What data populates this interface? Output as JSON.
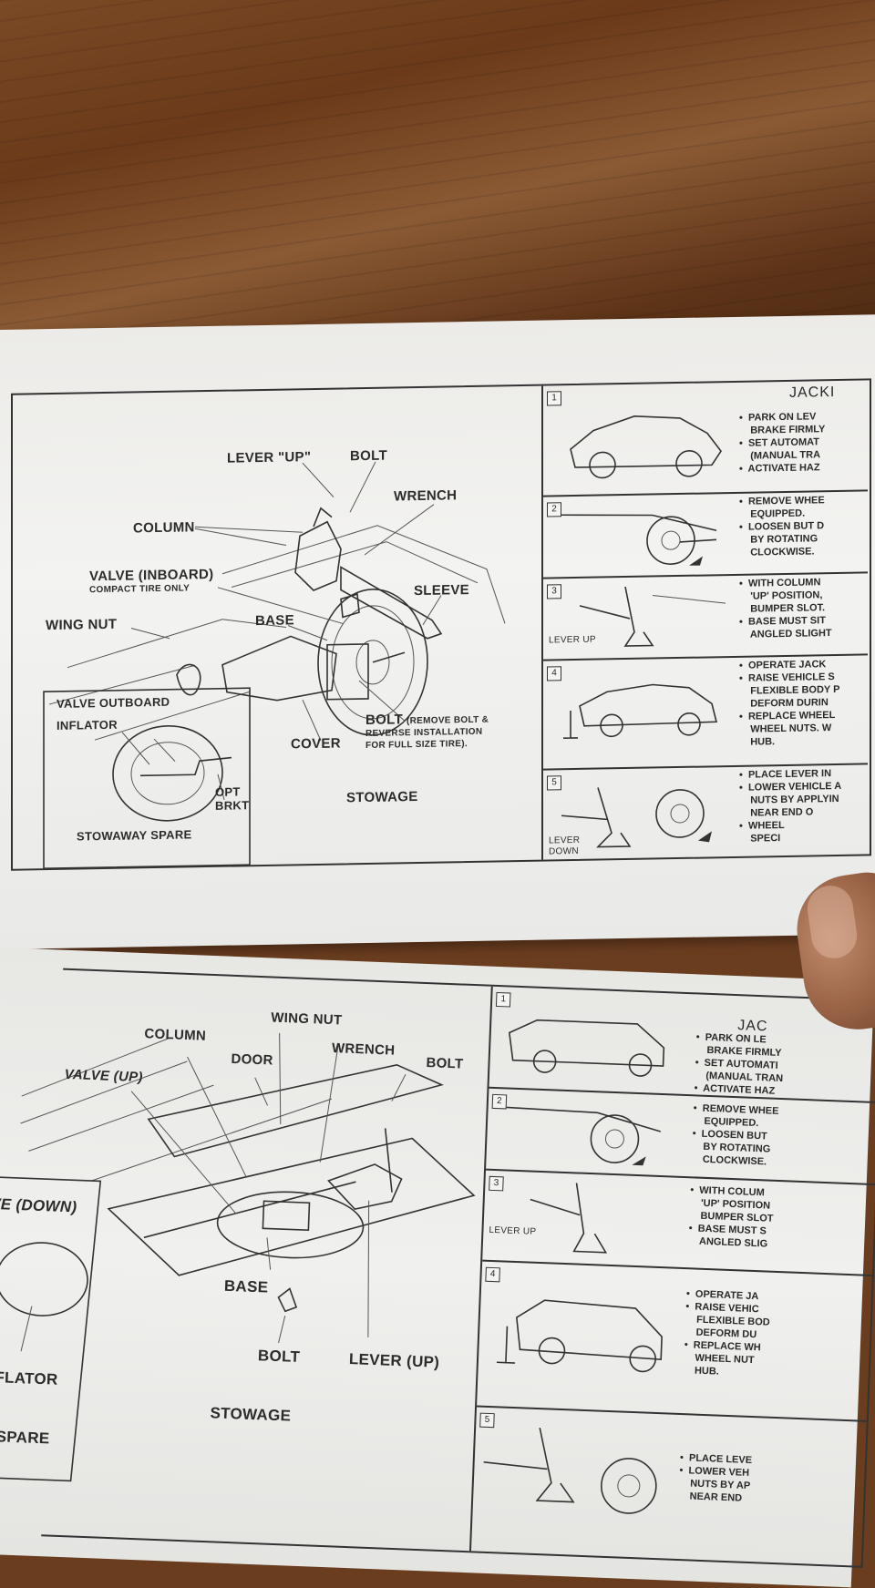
{
  "top_panel": {
    "left_labels": {
      "lever_up": "LEVER \"UP\"",
      "bolt": "BOLT",
      "wrench": "WRENCH",
      "column": "COLUMN",
      "valve_inboard": "VALVE (INBOARD)",
      "compact_tire_only": "COMPACT TIRE ONLY",
      "sleeve": "SLEEVE",
      "wing_nut": "WING NUT",
      "base": "BASE",
      "valve_outboard": "VALVE OUTBOARD",
      "inflator": "INFLATOR",
      "bolt_remove_main": "BOLT",
      "bolt_remove_sub": "(REMOVE BOLT &",
      "bolt_remove_sub2": "REVERSE INSTALLATION",
      "bolt_remove_sub3": "FOR FULL SIZE TIRE).",
      "cover": "COVER",
      "opt_brkt_1": "OPT",
      "opt_brkt_2": "BRKT",
      "stowage": "STOWAGE",
      "stowaway_spare": "STOWAWAY SPARE"
    },
    "right": {
      "title": "JACKI",
      "steps": [
        {
          "num": "1",
          "text": "•  PARK ON LEV\n    BRAKE FIRMLY\n•  SET AUTOMAT\n    (MANUAL TRA\n•  ACTIVATE HAZ"
        },
        {
          "num": "2",
          "text": "•  REMOVE WHEE\n    EQUIPPED.\n•  LOOSEN BUT D\n    BY ROTATING\n    CLOCKWISE."
        },
        {
          "num": "3",
          "text": "•  WITH COLUMN\n    'UP' POSITION,\n    BUMPER SLOT.\n•  BASE MUST SIT\n    ANGLED SLIGHT",
          "label": "LEVER UP"
        },
        {
          "num": "4",
          "text": "•  OPERATE JACK\n•  RAISE VEHICLE S\n    FLEXIBLE BODY P\n    DEFORM DURIN\n•  REPLACE WHEEL\n    WHEEL NUTS. W\n    HUB."
        },
        {
          "num": "5",
          "text": "•  PLACE LEVER IN\n•  LOWER VEHICLE A\n    NUTS BY APPLYIN\n    NEAR END O\n•  WHEEL\n    SPECI",
          "label1": "LEVER",
          "label2": "DOWN"
        }
      ]
    }
  },
  "bottom_panel": {
    "left_labels": {
      "wing_nut": "WING NUT",
      "column": "COLUMN",
      "wrench": "WRENCH",
      "door": "DOOR",
      "bolt_top": "BOLT",
      "valve_up": "VALVE (UP)",
      "valve_down": "VE (DOWN)",
      "base": "BASE",
      "bolt_bottom": "BOLT",
      "lever_up": "LEVER (UP)",
      "inflator": "NFLATOR",
      "stowage": "STOWAGE",
      "spare": "Y SPARE"
    },
    "right": {
      "title": "JAC",
      "steps": [
        {
          "num": "1",
          "text": "•  PARK ON LE\n    BRAKE FIRMLY\n•  SET AUTOMATI\n    (MANUAL TRAN\n•  ACTIVATE HAZ"
        },
        {
          "num": "2",
          "text": "•  REMOVE WHEE\n    EQUIPPED.\n•  LOOSEN BUT\n    BY ROTATING\n    CLOCKWISE."
        },
        {
          "num": "3",
          "text": "•  WITH COLUM\n    'UP' POSITION\n    BUMPER SLOT\n•  BASE MUST S\n    ANGLED SLIG",
          "label": "LEVER UP"
        },
        {
          "num": "4",
          "text": "•  OPERATE JA\n•  RAISE VEHIC\n    FLEXIBLE BOD\n    DEFORM DU\n•  REPLACE WH\n    WHEEL NUT\n    HUB."
        },
        {
          "num": "5",
          "text": "•  PLACE LEVE\n•  LOWER VEH\n    NUTS BY AP\n    NEAR END"
        }
      ]
    }
  }
}
